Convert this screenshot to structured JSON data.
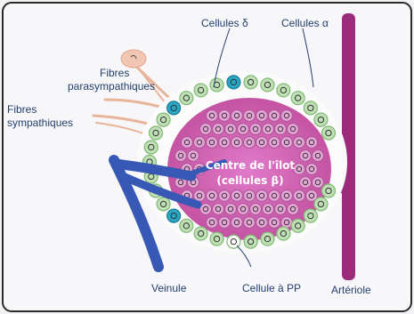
{
  "labels": {
    "cells_delta": "Cellules δ",
    "cells_alpha": "Cellules α",
    "fibers_para_1": "Fibres",
    "fibers_para_2": "parasympathiques",
    "fibers_symp_1": "Fibres",
    "fibers_symp_2": "sympathiques",
    "center_1": "Centre de l'îlot",
    "center_2": "(cellules β)",
    "venule": "Veinule",
    "pp_cell": "Cellule à PP",
    "arteriole": "Artériole"
  },
  "colors": {
    "background": "#f3f2f4",
    "frame_border": "#2b2b2b",
    "beta_core": "#cd5cb0",
    "beta_cell": "#e6a6d8",
    "alpha_ring": "#bfe0b4",
    "delta_cell": "#2aa6c4",
    "venule": "#3759b5",
    "arteriole": "#9b2c7c",
    "nerve": "#e8b49a",
    "label_text": "#24406e"
  },
  "icons": {
    "nerve_terminal": "nerve-ending-icon"
  }
}
